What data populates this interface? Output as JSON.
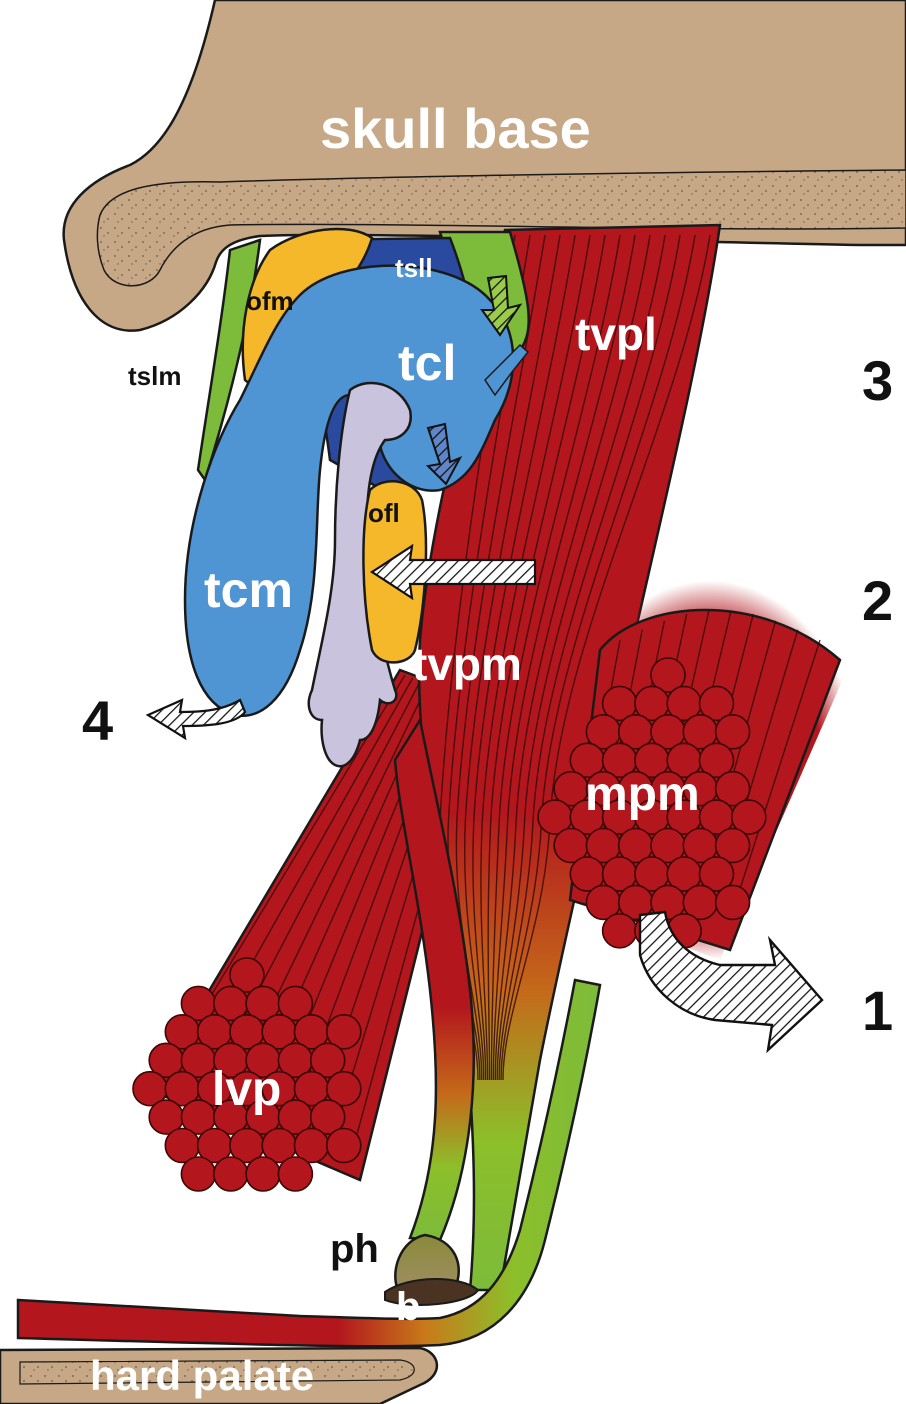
{
  "labels": {
    "skull_base": "skull base",
    "hard_palate": "hard palate",
    "tsll": "tsll",
    "tslm": "tslm",
    "ofm": "ofm",
    "ofl": "ofl",
    "tcl": "tcl",
    "tcm": "tcm",
    "tvpl": "tvpl",
    "tvpm": "tvpm",
    "mpm": "mpm",
    "lvp": "lvp",
    "ph": "ph",
    "b": "b"
  },
  "markers": {
    "m1": "1",
    "m2": "2",
    "m3": "3",
    "m4": "4"
  },
  "colors": {
    "bone": "#c6a886",
    "bone_dark": "#b08e6a",
    "cartilage_lateral": "#4f95d4",
    "cartilage_dark": "#2a4aa0",
    "fat": "#f5b82a",
    "lamina": "#7dbb3a",
    "muscle": "#b3161d",
    "lumen": "#c9c3dd",
    "hamulus": "#a38f6b",
    "bursa": "#4a3322"
  }
}
